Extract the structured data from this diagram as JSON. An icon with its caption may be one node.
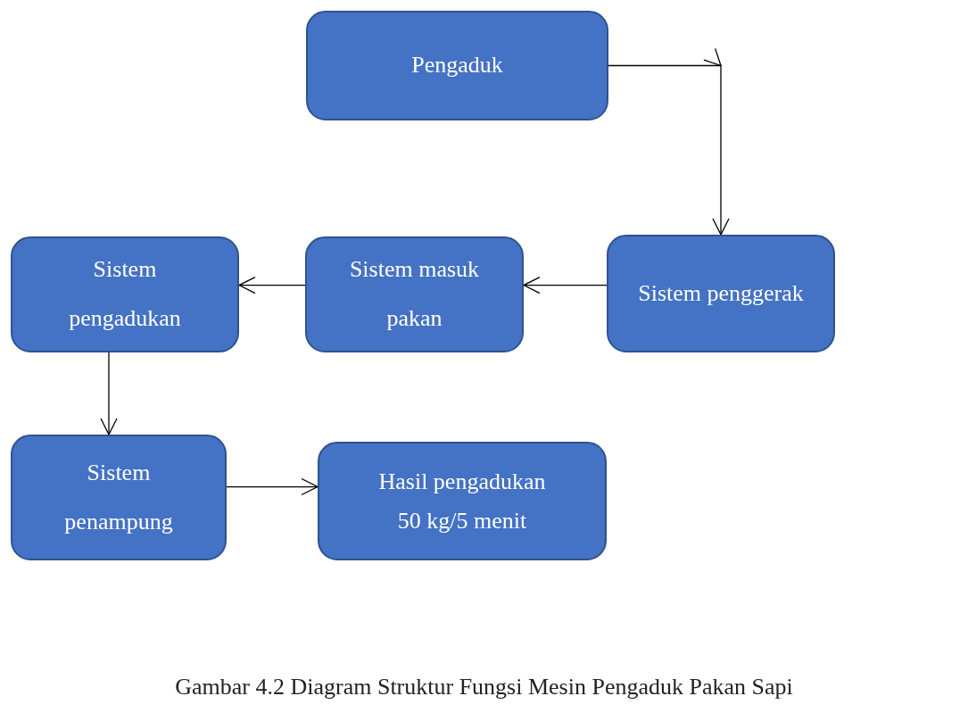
{
  "diagram": {
    "caption": "Gambar 4.2 Diagram Struktur Fungsi Mesin Pengaduk Pakan Sapi",
    "nodes": [
      {
        "text": [
          "Pengaduk"
        ]
      },
      {
        "text": [
          "Sistem penggerak"
        ]
      },
      {
        "text": [
          "Sistem masuk pakan"
        ]
      },
      {
        "text": [
          "Sistem pengadukan"
        ]
      },
      {
        "text": [
          "Sistem penampung"
        ]
      },
      {
        "text": [
          "Hasil pengadukan",
          "50 kg/5 menit"
        ]
      }
    ],
    "edges": [
      {
        "from": 0,
        "to": 1,
        "arrow": "to"
      },
      {
        "from": 1,
        "to": 2,
        "arrow": "to"
      },
      {
        "from": 2,
        "to": 3,
        "arrow": "to"
      },
      {
        "from": 3,
        "to": 4,
        "arrow": "to"
      },
      {
        "from": 4,
        "to": 5,
        "arrow": "to"
      }
    ]
  }
}
